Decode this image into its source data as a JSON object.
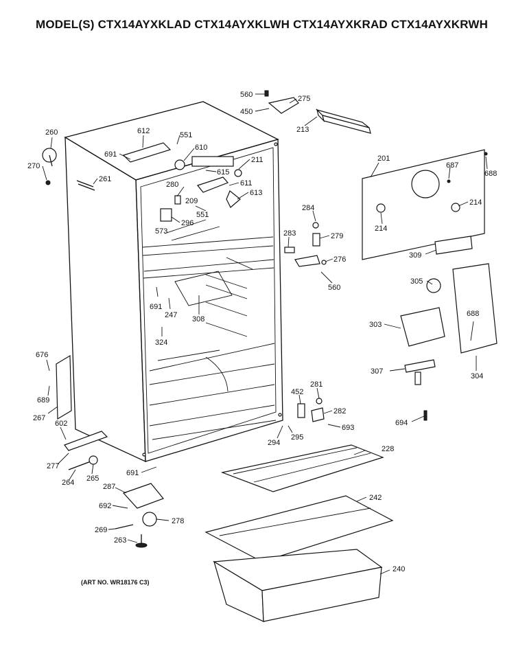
{
  "header": {
    "title": "MODEL(S) CTX14AYXKLAD  CTX14AYXKLWH  CTX14AYXKRAD  CTX14AYXKRWH"
  },
  "footer": {
    "art_number": "(ART NO. WR18176 C3)"
  },
  "labels": {
    "p560a": "560",
    "p275": "275",
    "p450": "450",
    "p213": "213",
    "p260": "260",
    "p270": "270",
    "p261": "261",
    "p612": "612",
    "p551a": "551",
    "p691a": "691",
    "p610": "610",
    "p615": "615",
    "p211": "211",
    "p611": "611",
    "p280": "280",
    "p209": "209",
    "p613": "613",
    "p551b": "551",
    "p573": "573",
    "p296": "296",
    "p201": "201",
    "p687": "687",
    "p688a": "688",
    "p214a": "214",
    "p214b": "214",
    "p284": "284",
    "p283": "283",
    "p279": "279",
    "p276": "276",
    "p560b": "560",
    "p309": "309",
    "p305": "305",
    "p691b": "691",
    "p247": "247",
    "p308": "308",
    "p324": "324",
    "p688b": "688",
    "p303": "303",
    "p676": "676",
    "p689": "689",
    "p307": "307",
    "p304": "304",
    "p267": "267",
    "p602": "602",
    "p452": "452",
    "p281": "281",
    "p282": "282",
    "p693": "693",
    "p694": "694",
    "p294": "294",
    "p295": "295",
    "p277": "277",
    "p691c": "691",
    "p228": "228",
    "p264": "264",
    "p265": "265",
    "p287": "287",
    "p242": "242",
    "p692": "692",
    "p278": "278",
    "p269": "269",
    "p263": "263",
    "p240": "240"
  }
}
